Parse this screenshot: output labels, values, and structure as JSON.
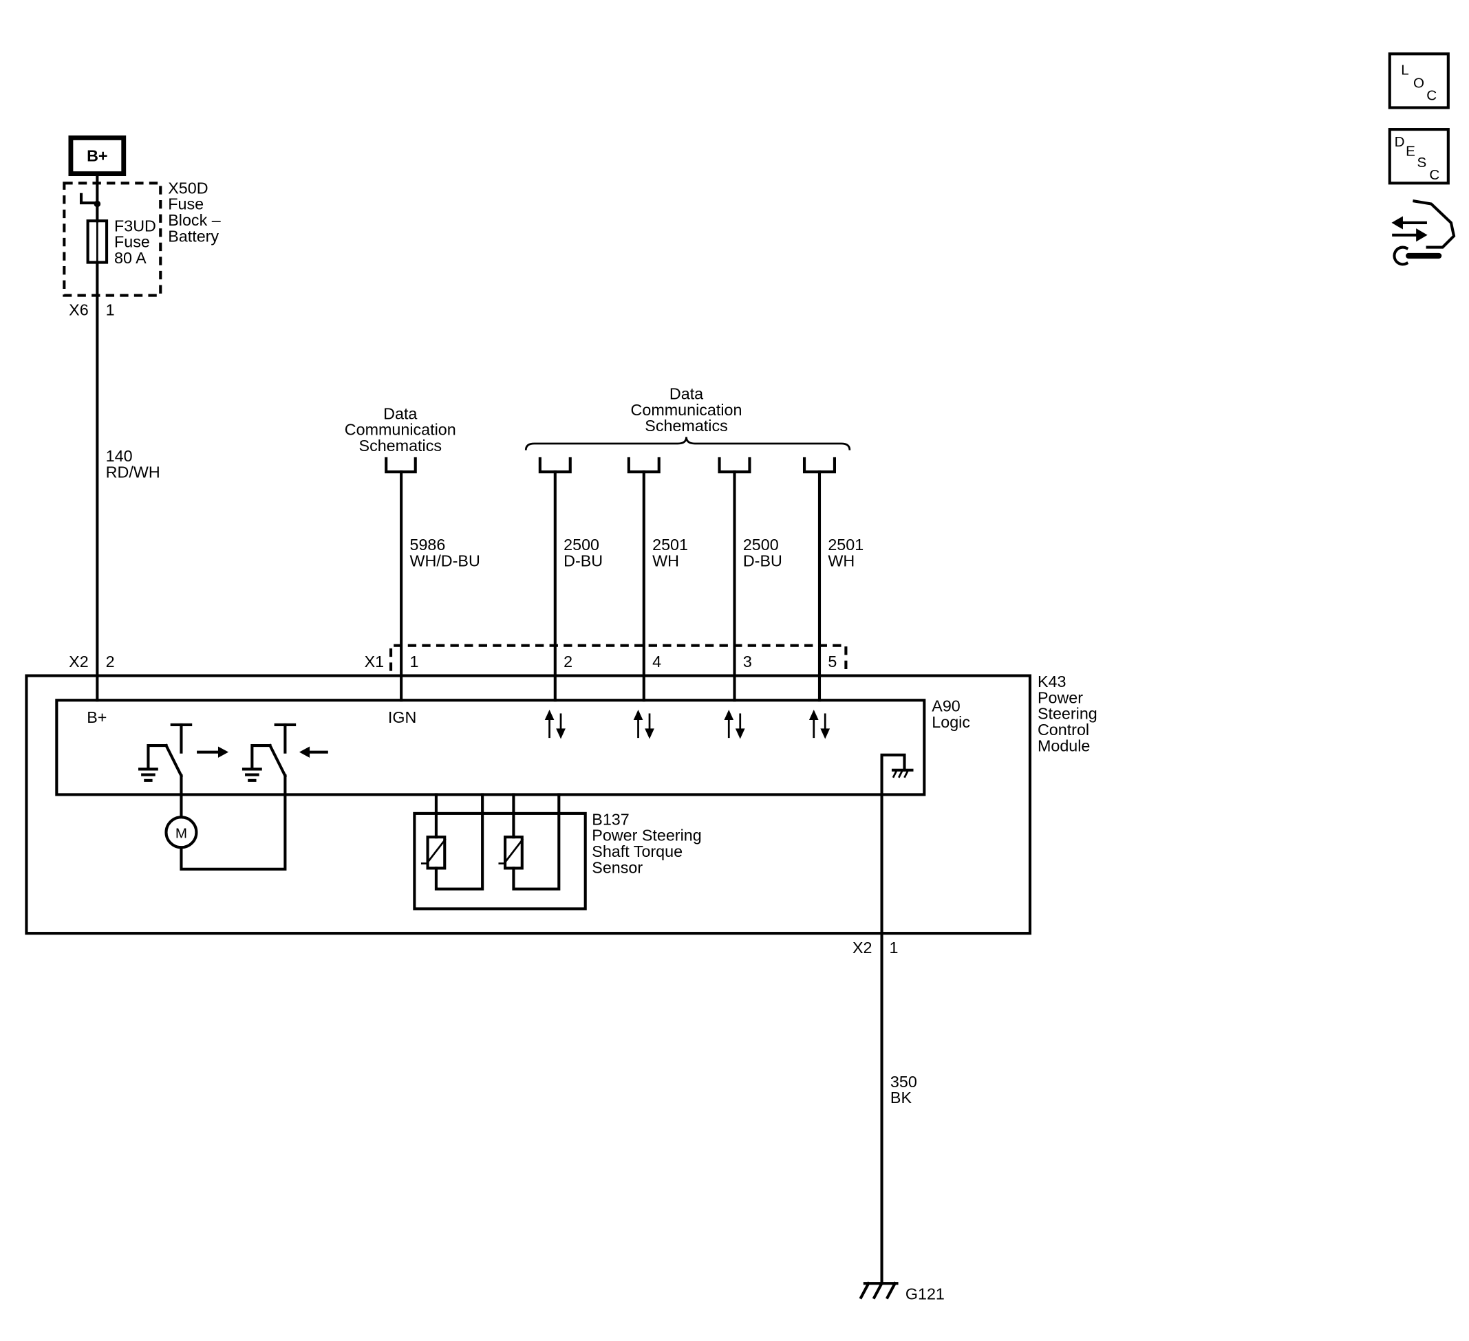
{
  "nav_icons": {
    "loc": {
      "letters": [
        "L",
        "O",
        "C"
      ],
      "icon": "loc-icon"
    },
    "desc": {
      "letters": [
        "D",
        "E",
        "S",
        "C"
      ],
      "icon": "desc-icon"
    },
    "service": {
      "icon": "hand-wrench-arrows-icon"
    }
  },
  "power_source": {
    "label": "B+"
  },
  "fuse_block": {
    "lines": [
      "X50D",
      "Fuse",
      "Block –",
      "Battery"
    ]
  },
  "fuse": {
    "lines": [
      "F3UD",
      "Fuse",
      "80 A"
    ]
  },
  "connector_x6": {
    "name": "X6",
    "pin": "1"
  },
  "wire_140": {
    "circuit": "140",
    "wire_code": "RD/WH"
  },
  "connector_x2_top": {
    "name": "X2",
    "pin": "2"
  },
  "data_comm_left": {
    "lines": [
      "Data",
      "Communication",
      "Schematics"
    ]
  },
  "data_comm_right": {
    "lines": [
      "Data",
      "Communication",
      "Schematics"
    ]
  },
  "wire_5986": {
    "circuit": "5986",
    "wire_code": "WH/D-BU"
  },
  "connector_x1": {
    "name": "X1",
    "pin": "1"
  },
  "bus_wires": [
    {
      "circuit": "2500",
      "wire_code": "D-BU",
      "pin": "2"
    },
    {
      "circuit": "2501",
      "wire_code": "WH",
      "pin": "4"
    },
    {
      "circuit": "2500",
      "wire_code": "D-BU",
      "pin": "3"
    },
    {
      "circuit": "2501",
      "wire_code": "WH",
      "pin": "5"
    }
  ],
  "module": {
    "lines": [
      "K43",
      "Power",
      "Steering",
      "Control",
      "Module"
    ]
  },
  "logic": {
    "lines": [
      "A90",
      "Logic"
    ],
    "b_plus": "B+",
    "ign": "IGN"
  },
  "motor": {
    "label": "M"
  },
  "sensor": {
    "lines": [
      "B137",
      "Power Steering",
      "Shaft Torque",
      "Sensor"
    ]
  },
  "connector_x2_bottom": {
    "name": "X2",
    "pin": "1"
  },
  "wire_350": {
    "circuit": "350",
    "wire_code": "BK"
  },
  "ground": {
    "name": "G121"
  },
  "colors": {
    "line": "#000000",
    "background": "#ffffff"
  }
}
